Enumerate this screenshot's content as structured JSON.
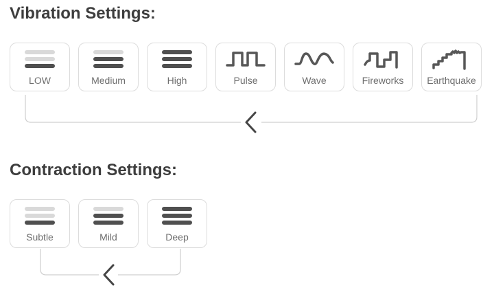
{
  "colors": {
    "heading": "#3d3d3d",
    "label": "#6e6e6e",
    "border": "#dcdcdc",
    "bar_dark": "#4f4f4f",
    "bar_light": "#d9d9d9",
    "waveform": "#575757",
    "bracket": "#cfcfcf",
    "chevron": "#454545"
  },
  "vibration": {
    "heading": "Vibration Settings:",
    "options": [
      {
        "label": "LOW",
        "icon": "bars-low"
      },
      {
        "label": "Medium",
        "icon": "bars-medium"
      },
      {
        "label": "High",
        "icon": "bars-high"
      },
      {
        "label": "Pulse",
        "icon": "wave-pulse"
      },
      {
        "label": "Wave",
        "icon": "wave-sine"
      },
      {
        "label": "Fireworks",
        "icon": "wave-fireworks"
      },
      {
        "label": "Earthquake",
        "icon": "wave-earthquake"
      }
    ],
    "nav_arrow": "chevron-left"
  },
  "contraction": {
    "heading": "Contraction Settings:",
    "options": [
      {
        "label": "Subtle",
        "icon": "bars-low"
      },
      {
        "label": "Mild",
        "icon": "bars-medium"
      },
      {
        "label": "Deep",
        "icon": "bars-high"
      }
    ],
    "nav_arrow": "chevron-left"
  }
}
